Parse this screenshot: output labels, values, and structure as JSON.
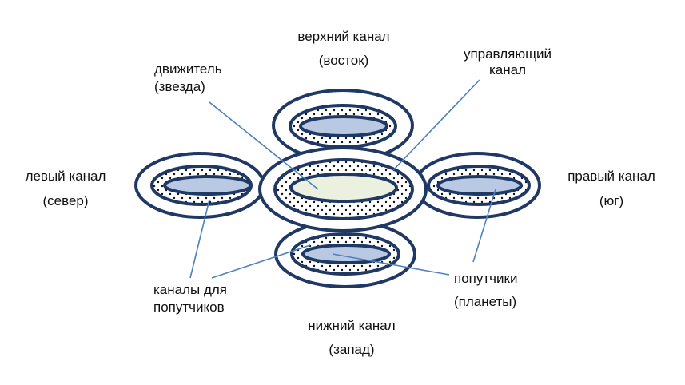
{
  "labels": {
    "top": [
      "верхний канал",
      "(восток)"
    ],
    "bottom": [
      "нижний канал",
      "(запад)"
    ],
    "left": [
      "левый канал",
      "(север)"
    ],
    "right": [
      "правый канал",
      "(юг)"
    ],
    "propulsor": [
      "движитель",
      "(звезда)"
    ],
    "control": [
      "управляющий",
      "канал"
    ],
    "channels": [
      "каналы для",
      "попутчиков"
    ],
    "companions": [
      "попутчики",
      "(планеты)"
    ]
  },
  "colors": {
    "outline": "#1f3864",
    "companion_fill": "#b9c9e3",
    "star_fill": "#ebf1de",
    "leader": "#4f81bd"
  }
}
